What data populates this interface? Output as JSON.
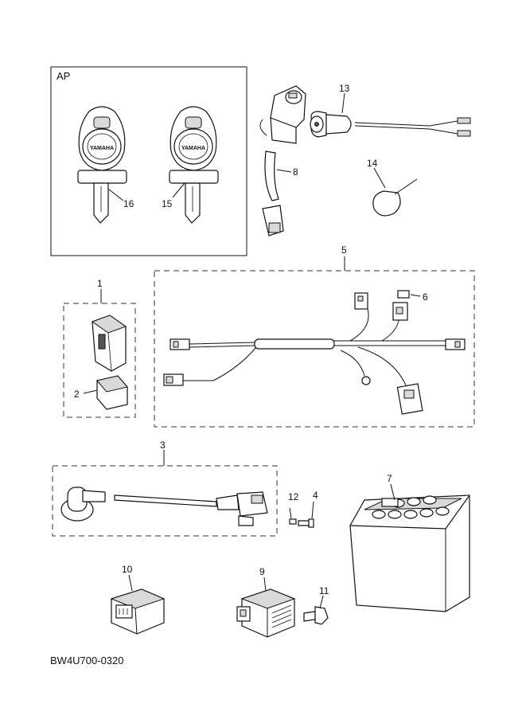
{
  "box_title": "AP",
  "callouts": {
    "c1": "1",
    "c2": "2",
    "c3": "3",
    "c4": "4",
    "c5": "5",
    "c6": "6",
    "c7": "7",
    "c8": "8",
    "c9": "9",
    "c10": "10",
    "c11": "11",
    "c12": "12",
    "c13": "13",
    "c14": "14",
    "c15": "15",
    "c16": "16"
  },
  "key_brand": "YAMAHA",
  "figure_code": "BW4U700-0320"
}
